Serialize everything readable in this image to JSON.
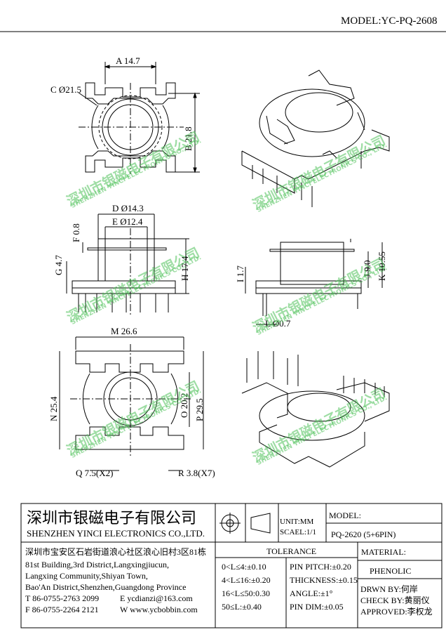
{
  "header": {
    "model_code": "MODEL:YC-PQ-2608"
  },
  "dimensions": {
    "a": "A 14.7",
    "b": "B 21.8",
    "c": "C Ø21.5",
    "d": "D Ø14.3",
    "e": "E Ø12.4",
    "f": "F 0.8",
    "g": "G 4.7",
    "h": "H 17.4",
    "i": "I 1.7",
    "j": "J 9.0",
    "k": "K 10.55",
    "l": "L Ø0.7",
    "m": "M 26.6",
    "n": "N 25.4",
    "o": "O 20.2",
    "p": "P 29.5",
    "q": "Q 7.5(X2)",
    "r": "R 3.8(X7)"
  },
  "watermark": {
    "cn": "深圳市银磁电子有限公司",
    "en": "SHENZHEN YINCI ELECTRONICS CO., LTD."
  },
  "title_block": {
    "company_cn": "深圳市银磁电子有限公司",
    "company_en": "SHENZHEN YINCI ELECTRONICS CO.,LTD.",
    "address": [
      "深圳市宝安区石岩街道浪心社区浪心旧村3区81栋",
      "81st Building,3rd District,Langxingjiucun,",
      "Langxing Community,Shiyan Town,",
      "Bao'An District,Shenzhen,Guangdong Province"
    ],
    "tel": "T 86-0755-2763 2099",
    "email": "E ycdianzi@163.com",
    "fax": "F 86-0755-2264 2121",
    "web": "W www.ycbobbin.com",
    "unit": "UNIT:MM",
    "scale": "SCAEL:1/1",
    "model_label": "MODEL:",
    "model_value": "PQ-2620 (5+6PIN)",
    "tolerance_title": "TOLERANCE",
    "tolerances": [
      "0<L≤4:±0.10",
      "4<L≤16:±0.20",
      "16<L≤50:0.30",
      "50≤L:±0.40"
    ],
    "pin_tolerances": [
      "PIN PITCH:±0.20",
      "THICKNESS:±0.15",
      "ANGLE:±1°",
      "PIN DIM:±0.05"
    ],
    "material_label": "MATERIAL:",
    "material_value": "PHENOLIC",
    "drawn_by": "DRWN BY:何岸",
    "checked_by": "CHECK BY:黄丽仪",
    "approved_by": "APPROVED:李权龙"
  }
}
